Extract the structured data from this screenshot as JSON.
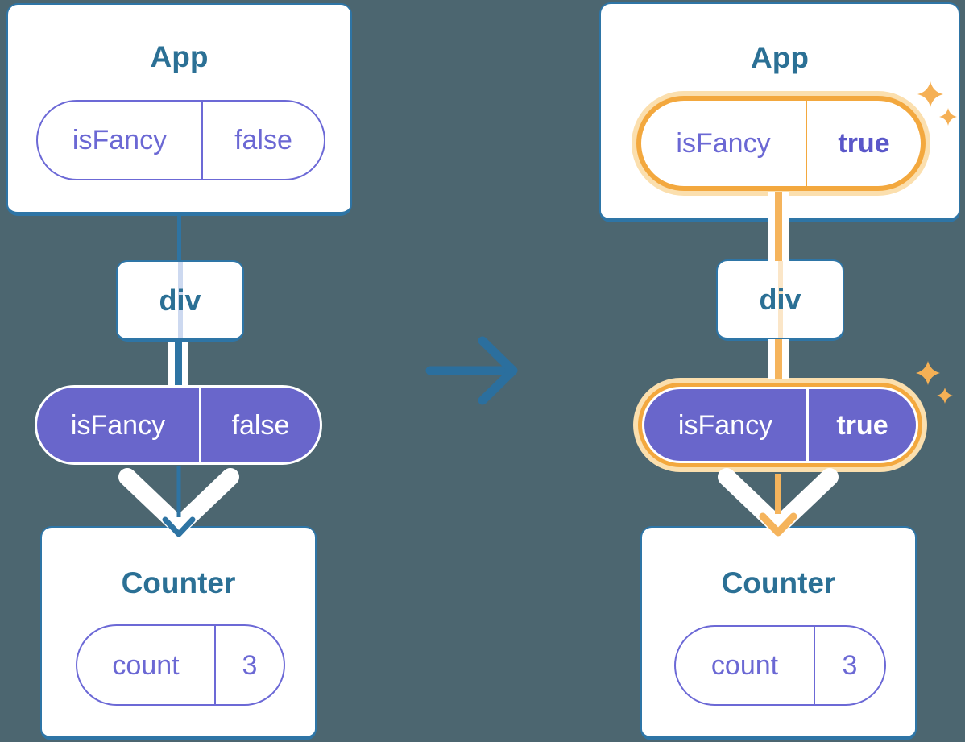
{
  "diagram": {
    "description_hint": "React component tree before/after prop change",
    "left": {
      "app_card": {
        "title": "App",
        "prop_name": "isFancy",
        "prop_value": "false"
      },
      "div_box": {
        "label": "div"
      },
      "props_pill": {
        "name": "isFancy",
        "value": "false"
      },
      "counter_card": {
        "title": "Counter",
        "state_name": "count",
        "state_value": "3"
      }
    },
    "right": {
      "app_card": {
        "title": "App",
        "prop_name": "isFancy",
        "prop_value": "true"
      },
      "div_box": {
        "label": "div"
      },
      "props_pill": {
        "name": "isFancy",
        "value": "true"
      },
      "counter_card": {
        "title": "Counter",
        "state_name": "count",
        "state_value": "3"
      }
    },
    "icons": {
      "transition": "right-arrow",
      "flow_down": "white-chevron-arrow",
      "highlight": "four-point-sparkle"
    }
  },
  "colors": {
    "background": "#4c6670",
    "card_border": "#2e75a6",
    "title_text": "#2b7095",
    "pill_purple_fill": "#6966cb",
    "pill_purple_text": "#6b68d4",
    "pill_bold_value_text": "#5a57c9",
    "highlight_orange": "#f3a83e",
    "highlight_glow": "#fbdfae",
    "sparkle_orange": "#f5b055",
    "arrow_blue": "#2b6f9e",
    "connector_blue": "#2e74a3",
    "connector_orange": "#f5b45c",
    "thru_lavender": "#cdd9f0",
    "thru_cream": "#fbe6c8"
  }
}
